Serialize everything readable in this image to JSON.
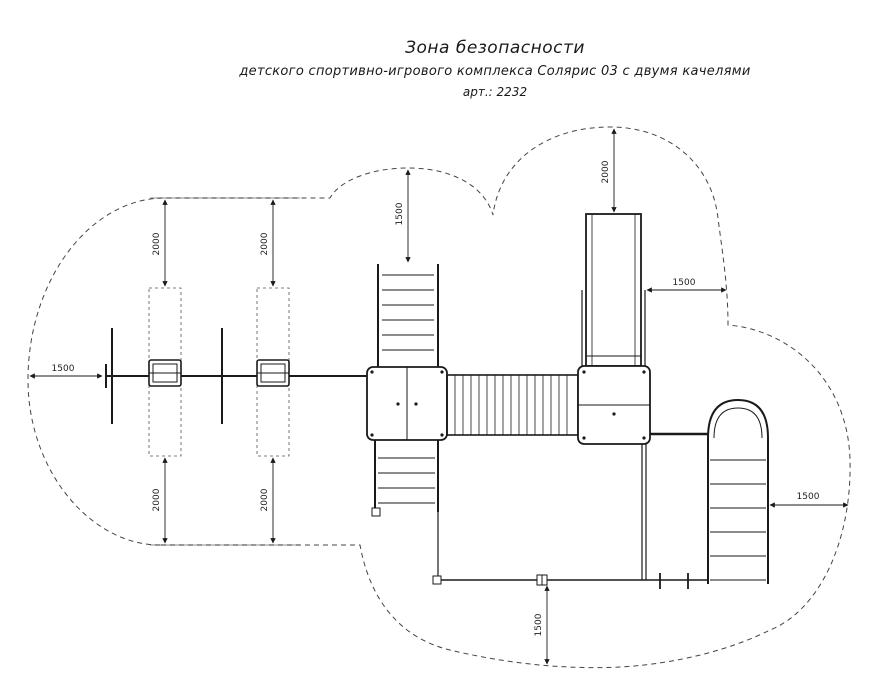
{
  "header": {
    "title": "Зона безопасности",
    "subtitle": "детского спортивно-игрового комплекса Солярис 03 с двумя качелями",
    "article": "арт.: 2232"
  },
  "dimensions": {
    "swing_left_top": "2000",
    "swing_right_top": "2000",
    "swing_left_bottom": "2000",
    "swing_right_bottom": "2000",
    "left_side": "1500",
    "ladder_top": "1500",
    "slide_top": "2000",
    "slide_right": "1500",
    "arch_right": "1500",
    "bottom": "1500"
  },
  "colors": {
    "line": "#1a1a1a",
    "zone": "#444444"
  }
}
